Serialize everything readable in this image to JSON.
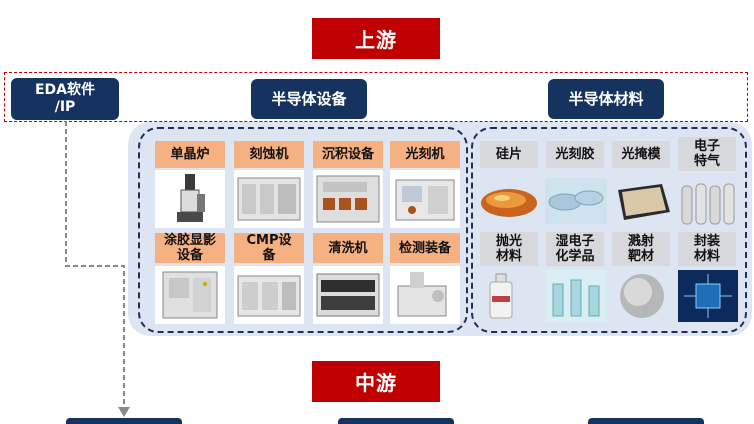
{
  "stages": {
    "upstream": "上游",
    "midstream": "中游"
  },
  "headers": {
    "eda": "EDA软件\n/IP",
    "equipment": "半导体设备",
    "materials": "半导体材料"
  },
  "equipment_items": [
    {
      "label": "单晶炉",
      "icon": "crystal-furnace-icon"
    },
    {
      "label": "刻蚀机",
      "icon": "etching-machine-icon"
    },
    {
      "label": "沉积设备",
      "icon": "deposition-equipment-icon"
    },
    {
      "label": "光刻机",
      "icon": "lithography-machine-icon"
    },
    {
      "label": "涂胶显影\n设备",
      "icon": "coater-developer-icon"
    },
    {
      "label": "CMP设\n备",
      "icon": "cmp-equipment-icon"
    },
    {
      "label": "清洗机",
      "icon": "cleaning-machine-icon"
    },
    {
      "label": "检测装备",
      "icon": "inspection-equipment-icon"
    }
  ],
  "material_items": [
    {
      "label": "硅片",
      "icon": "silicon-wafer-icon"
    },
    {
      "label": "光刻胶",
      "icon": "photoresist-icon"
    },
    {
      "label": "光掩模",
      "icon": "photomask-icon"
    },
    {
      "label": "电子\n特气",
      "icon": "specialty-gas-icon"
    },
    {
      "label": "抛光\n材料",
      "icon": "polishing-material-icon"
    },
    {
      "label": "湿电子\n化学品",
      "icon": "wet-chemicals-icon"
    },
    {
      "label": "溅射\n靶材",
      "icon": "sputtering-target-icon"
    },
    {
      "label": "封装\n材料",
      "icon": "packaging-material-icon"
    }
  ],
  "colors": {
    "stage_red": "#c00000",
    "navy": "#16335f",
    "orange_label": "#f6b183",
    "grey_label": "#d6d8dc",
    "panel_bg": "#dde4f2"
  }
}
